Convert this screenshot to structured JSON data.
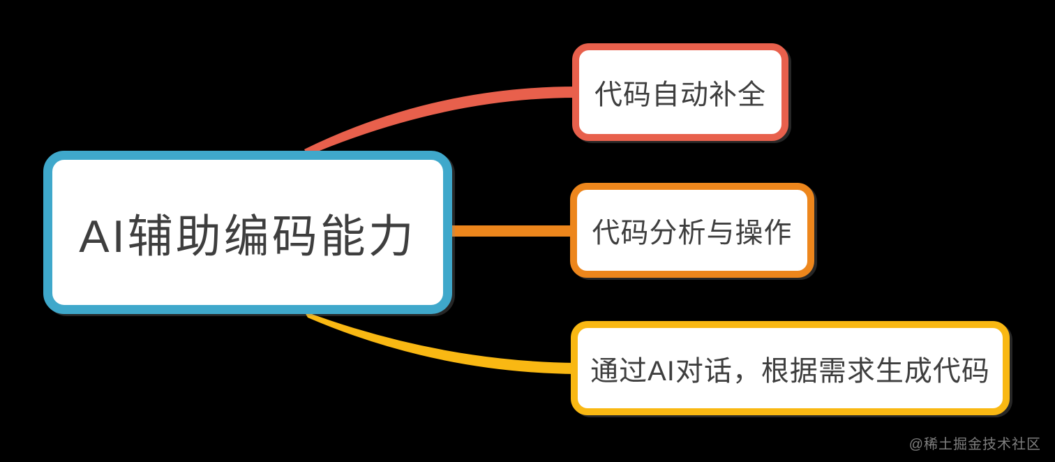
{
  "diagram": {
    "type": "mindmap",
    "background": "#000000",
    "node_fill": "#FFFFFF",
    "text_color": "#3E3E3E",
    "root": {
      "label": "AI辅助编码能力",
      "color": "#3FA8CB"
    },
    "children": [
      {
        "label": "代码自动补全",
        "color": "#E8604C"
      },
      {
        "label": "代码分析与操作",
        "color": "#ED861C"
      },
      {
        "label": "通过AI对话，根据需求生成代码",
        "color": "#F9B813"
      }
    ]
  },
  "watermark": {
    "text": "@稀土掘金技术社区",
    "color": "#8C8C8C"
  }
}
